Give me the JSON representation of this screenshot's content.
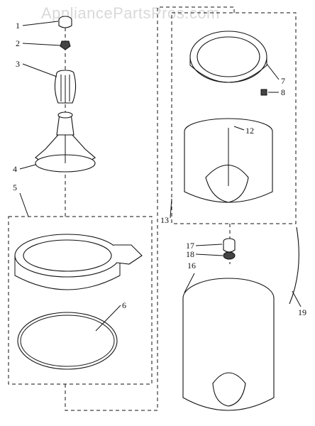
{
  "watermark": "AppliancePartsPros.com",
  "callouts": [
    "1",
    "2",
    "3",
    "4",
    "5",
    "6",
    "7",
    "8",
    "12",
    "13",
    "16",
    "17",
    "18",
    "19"
  ],
  "colors": {
    "ink": "#111111",
    "watermark": "#d9d9d9",
    "background": "#ffffff"
  }
}
